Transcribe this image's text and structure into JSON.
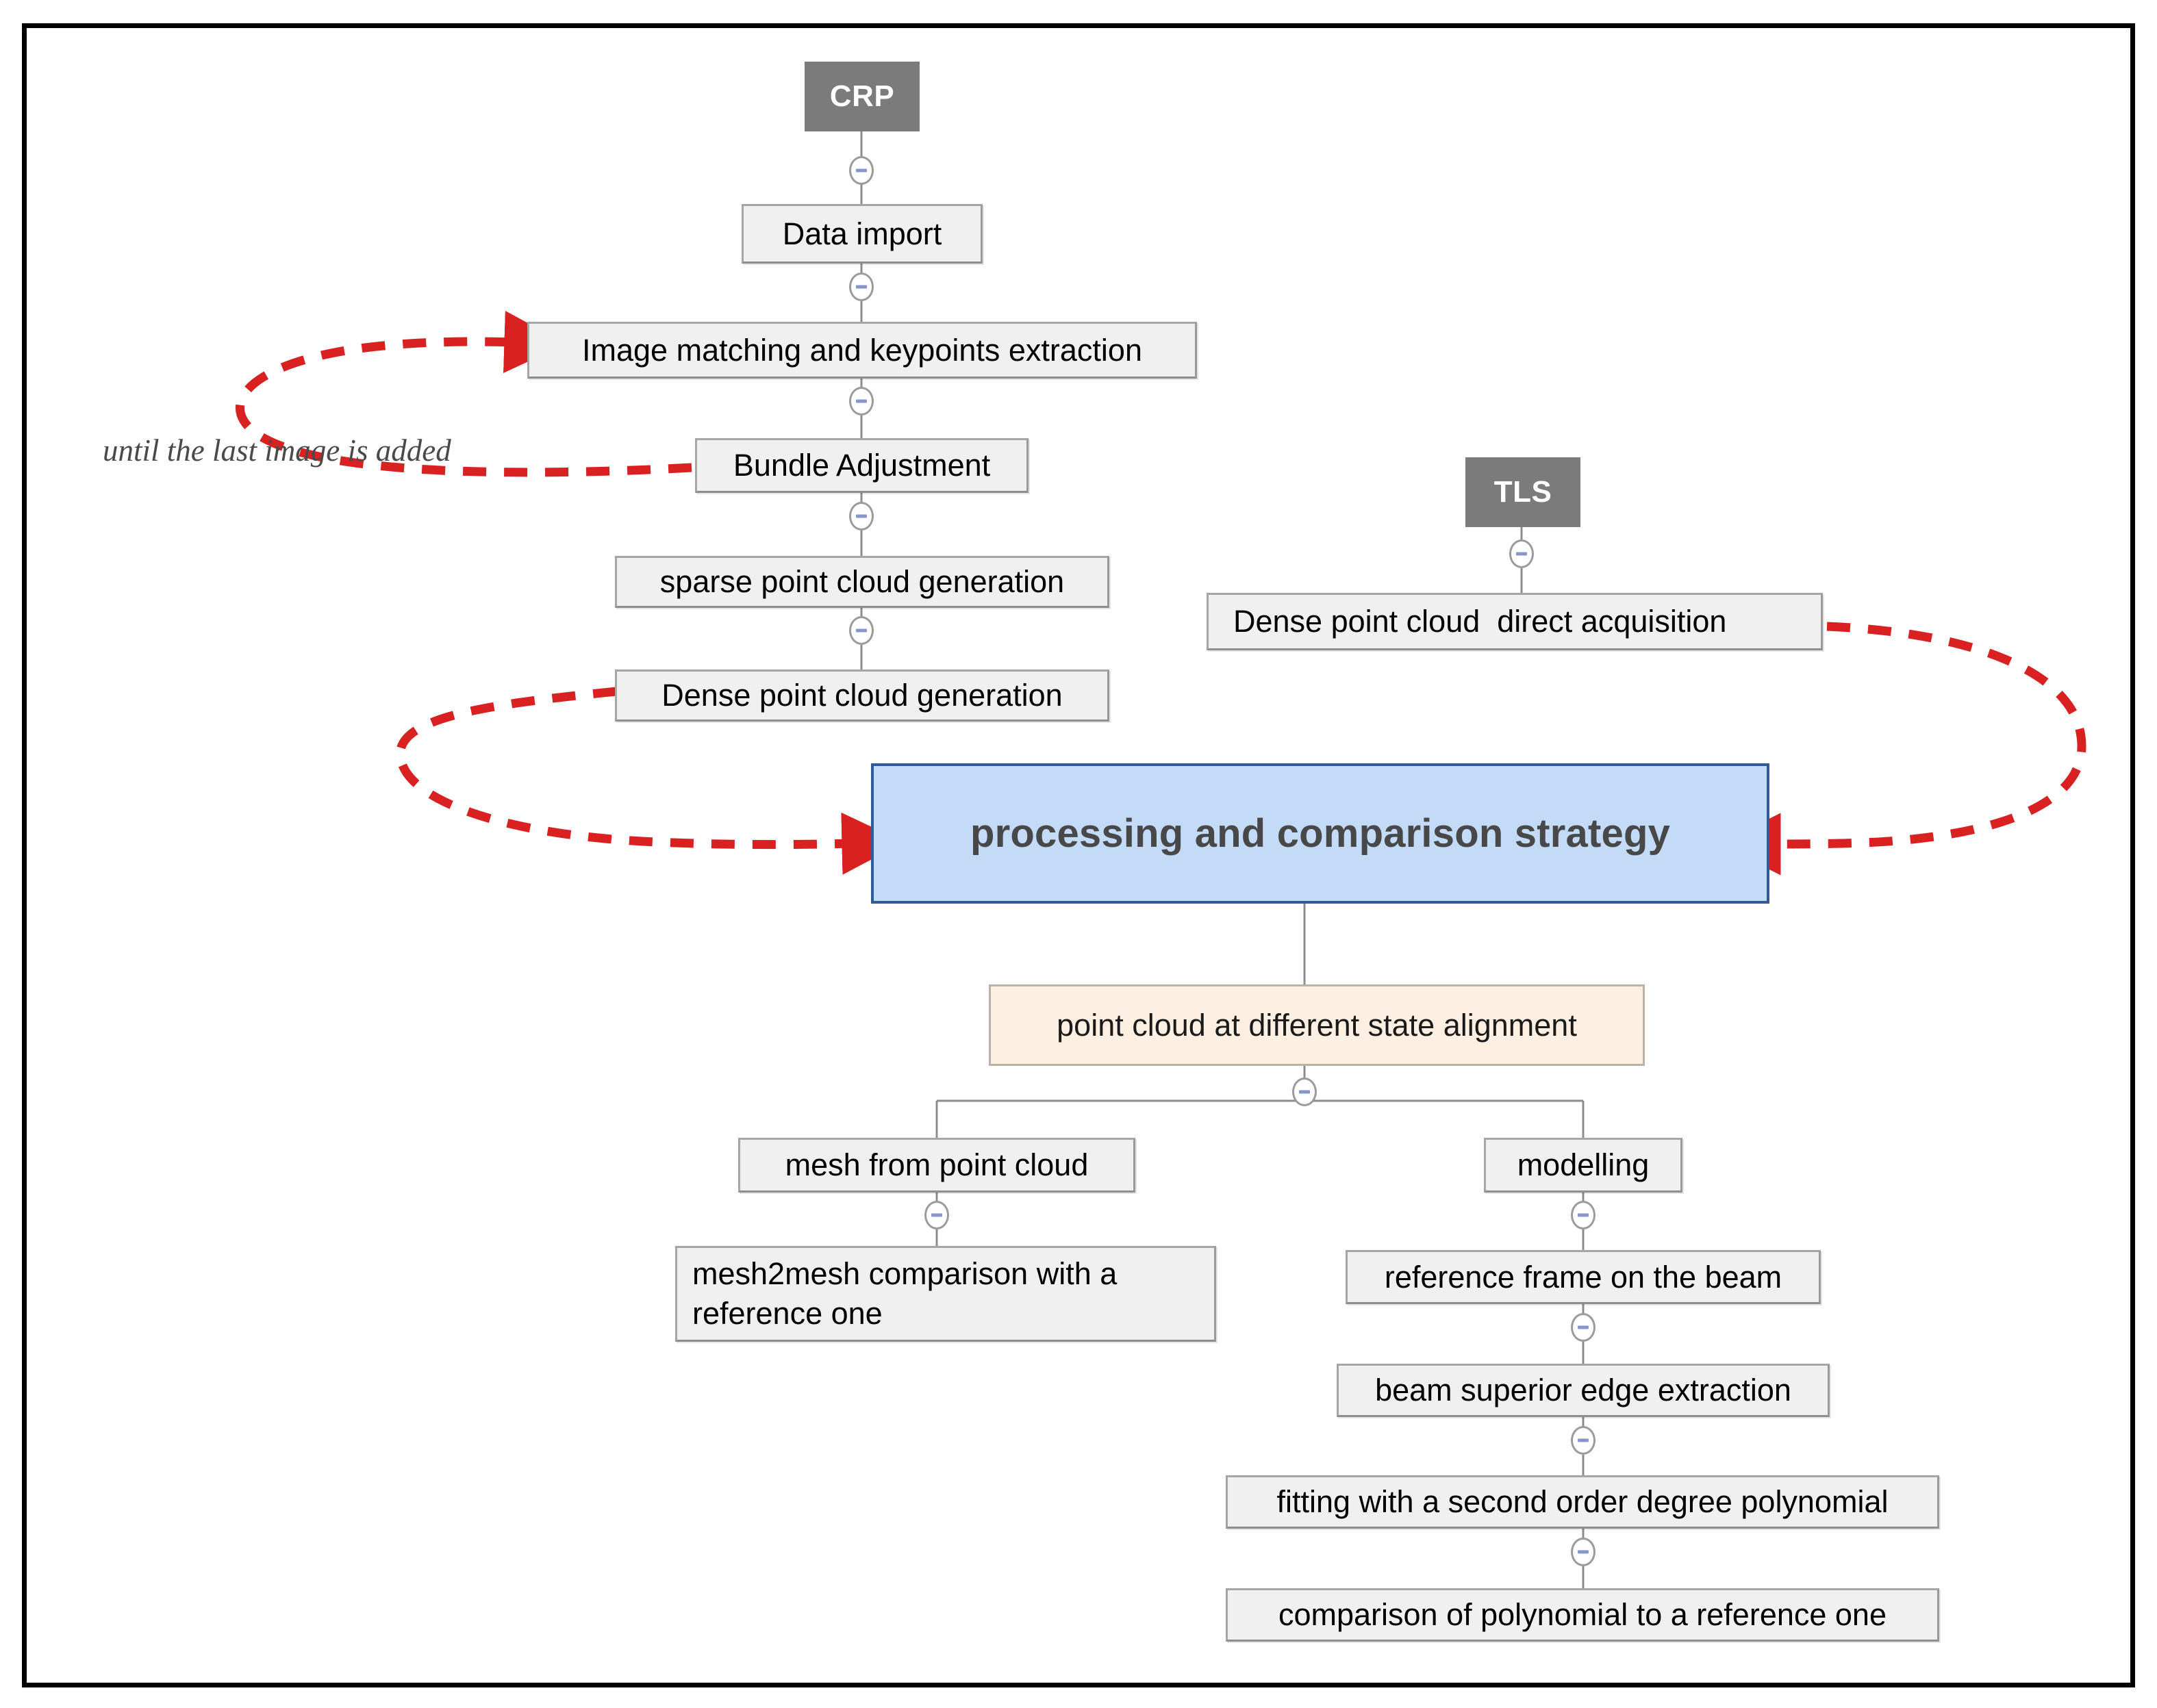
{
  "diagram": {
    "title_caption": "until the last image is added",
    "colors": {
      "header_fill": "#7b7b7b",
      "node_fill": "#f0f0f0",
      "node_border": "#a6a6a6",
      "highlight_fill": "#c3dbf7",
      "highlight_border": "#2f5b99",
      "alignment_fill": "#fdf0e3",
      "arrow_red": "#d92121",
      "frame": "#000000"
    },
    "headers": {
      "crp": "CRP",
      "tls": "TLS"
    },
    "crp_chain": [
      {
        "id": "data-import",
        "label": "Data import"
      },
      {
        "id": "image-matching",
        "label": "Image matching and keypoints extraction"
      },
      {
        "id": "bundle-adjustment",
        "label": "Bundle Adjustment"
      },
      {
        "id": "sparse-point-cloud",
        "label": "sparse point cloud generation"
      },
      {
        "id": "dense-point-cloud-generation",
        "label": "Dense point cloud generation"
      }
    ],
    "tls_chain": [
      {
        "id": "dense-direct-acquisition",
        "label": "Dense point cloud  direct acquisition"
      }
    ],
    "strategy": {
      "id": "processing-comparison-strategy",
      "label": "processing and comparison strategy"
    },
    "alignment": {
      "id": "point-cloud-alignment",
      "label": "point cloud at different state alignment"
    },
    "mesh_branch": [
      {
        "id": "mesh-from-point-cloud",
        "label": "mesh from point cloud"
      },
      {
        "id": "mesh2mesh-comparison",
        "label": "mesh2mesh comparison with a reference one"
      }
    ],
    "modelling_branch": [
      {
        "id": "modelling",
        "label": "modelling"
      },
      {
        "id": "reference-frame-beam",
        "label": "reference frame on the beam"
      },
      {
        "id": "beam-superior-edge",
        "label": "beam superior edge extraction"
      },
      {
        "id": "polynomial-fitting",
        "label": "fitting with a second order degree polynomial"
      },
      {
        "id": "polynomial-comparison",
        "label": "comparison of polynomial to a reference one"
      }
    ],
    "feedback_loops": [
      {
        "id": "image-loop",
        "from": "bundle-adjustment",
        "to": "image-matching",
        "label": "until the last image is added"
      },
      {
        "id": "crp-to-strategy",
        "from": "dense-point-cloud-generation",
        "to": "processing-comparison-strategy",
        "label": ""
      },
      {
        "id": "tls-to-strategy",
        "from": "dense-direct-acquisition",
        "to": "processing-comparison-strategy",
        "label": ""
      }
    ]
  }
}
